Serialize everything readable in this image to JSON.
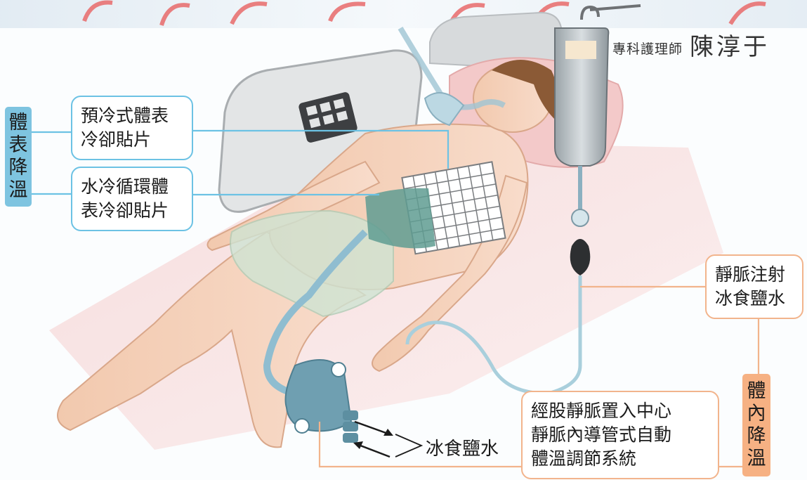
{
  "author": {
    "role": "專科護理師",
    "name": "陳淳于"
  },
  "categories": {
    "surface_cooling": [
      "體",
      "表",
      "降",
      "溫"
    ],
    "internal_cooling": [
      "體",
      "內",
      "降",
      "溫"
    ]
  },
  "labels": {
    "precooled_pad": [
      "預冷式體表",
      "冷卻貼片"
    ],
    "water_circulating_pad": [
      "水冷循環體",
      "表冷卻貼片"
    ],
    "iv_cold_saline": [
      "靜脈注射",
      "冰食鹽水"
    ],
    "catheter_system": [
      "經股靜脈置入中心",
      "靜脈內導管式自動",
      "體溫調節系統"
    ],
    "cold_saline": "冰食鹽水"
  },
  "colors": {
    "surface_accent": "#7ec4e0",
    "surface_line": "#6cc2e4",
    "internal_accent": "#f6b183",
    "internal_line": "#f2b48c"
  }
}
